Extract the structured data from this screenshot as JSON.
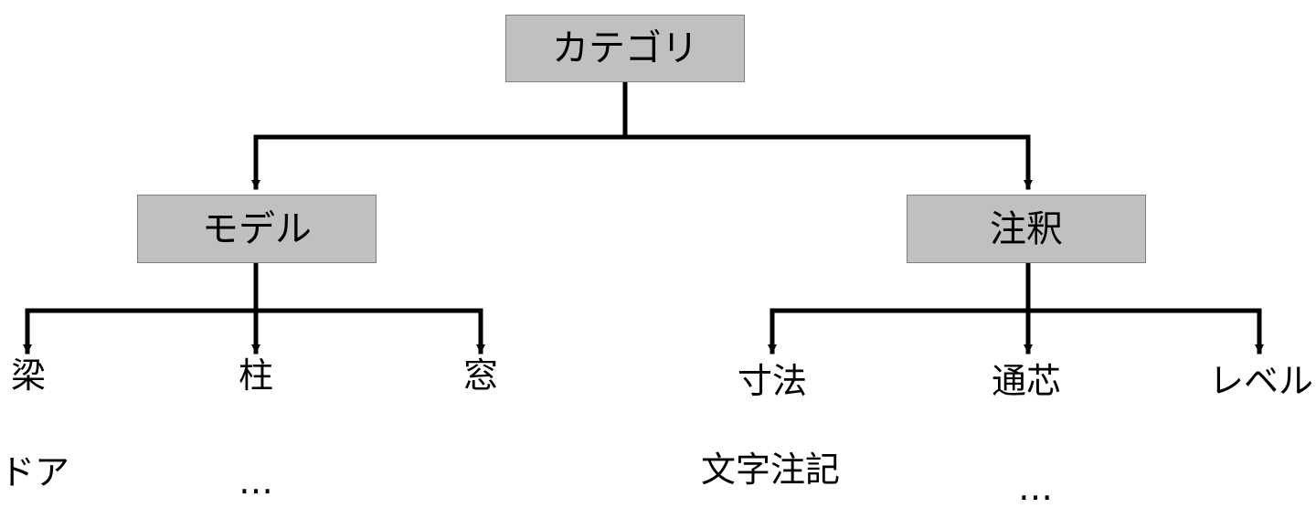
{
  "root": {
    "label": "カテゴリ"
  },
  "branches": [
    {
      "label": "モデル",
      "children": [
        "梁",
        "柱",
        "窓"
      ],
      "extra": [
        "ドア",
        "…"
      ]
    },
    {
      "label": "注釈",
      "children": [
        "寸法",
        "通芯",
        "レベル"
      ],
      "extra": [
        "文字注記",
        "…"
      ]
    }
  ],
  "colors": {
    "box_fill": "#c0c0c0",
    "box_border": "#7f7f7f",
    "line": "#000000",
    "text": "#000000"
  }
}
